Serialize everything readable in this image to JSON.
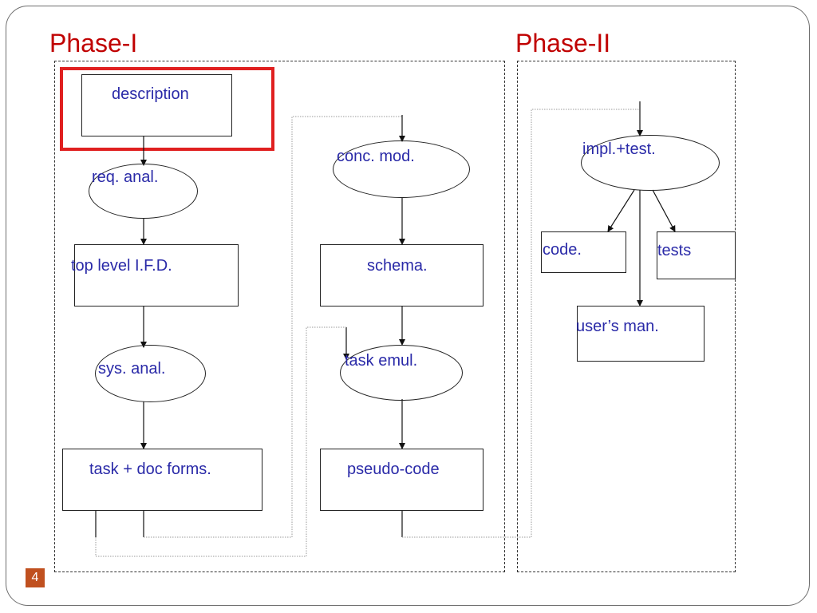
{
  "slide": {
    "phase1_title": "Phase-I",
    "phase2_title": "Phase-II",
    "page_number": "4"
  },
  "colors": {
    "phase_title": "#c00000",
    "node_text": "#2a2aa8",
    "highlight": "#e02020",
    "page_badge": "#c0501f"
  },
  "nodes": {
    "description": "description",
    "req_anal": "req. anal.",
    "top_level_ifd": "top level I.F.D.",
    "sys_anal": "sys. anal.",
    "task_doc_forms": "task + doc forms.",
    "conc_mod": "conc. mod.",
    "schema": "schema.",
    "task_emul": "task emul.",
    "pseudo_code": "pseudo-code",
    "impl_test": "impl.+test.",
    "code": "code.",
    "tests": "tests",
    "users_man": "user’s man."
  },
  "highlighted_node": "description"
}
